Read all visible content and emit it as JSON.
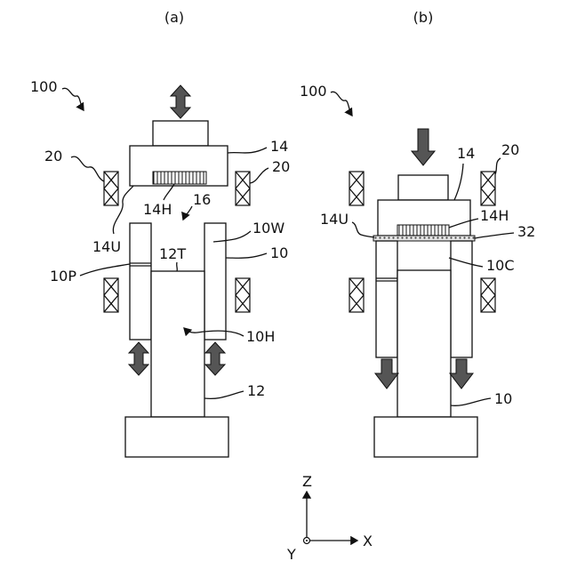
{
  "panels": {
    "a": {
      "caption": "(a)",
      "labels": {
        "device": "100",
        "magnet_left": "20",
        "magnet_right": "20",
        "mold_upper": "14",
        "heater_upper": "14H",
        "surface_upper": "14U",
        "gap": "16",
        "wall": "10W",
        "mold_outer": "10",
        "top_surface": "12T",
        "pin": "10P",
        "hole": "10H",
        "lower": "12"
      }
    },
    "b": {
      "caption": "(b)",
      "labels": {
        "device": "100",
        "mold_upper": "14",
        "magnet": "20",
        "surface_upper": "14U",
        "heater_upper": "14H",
        "sheet": "32",
        "cavity": "10C",
        "mold_outer": "10"
      }
    }
  },
  "axes": {
    "z": "Z",
    "x": "X",
    "y": "Y"
  },
  "colors": {
    "line": "#111111",
    "arrow_fill": "#555555",
    "sheet_fill": "#d8d8d8"
  }
}
